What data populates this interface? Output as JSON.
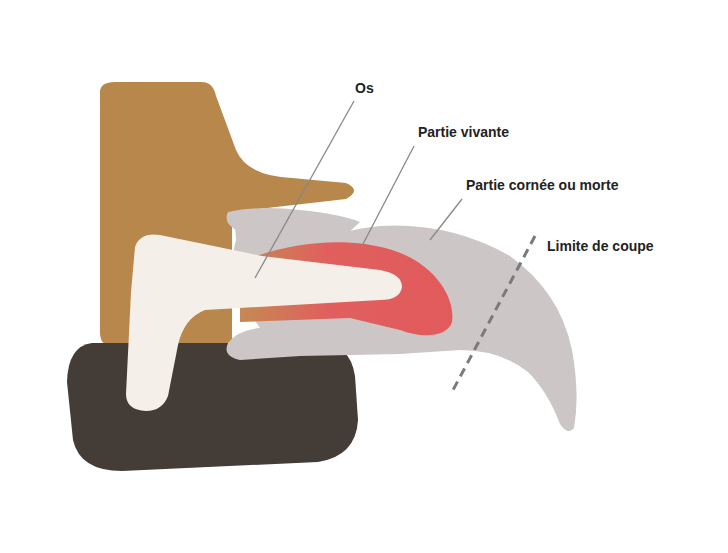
{
  "diagram": {
    "labels": [
      "Os",
      "Partie vivante",
      "Partie cornée ou morte",
      "Limite de coupe"
    ]
  }
}
